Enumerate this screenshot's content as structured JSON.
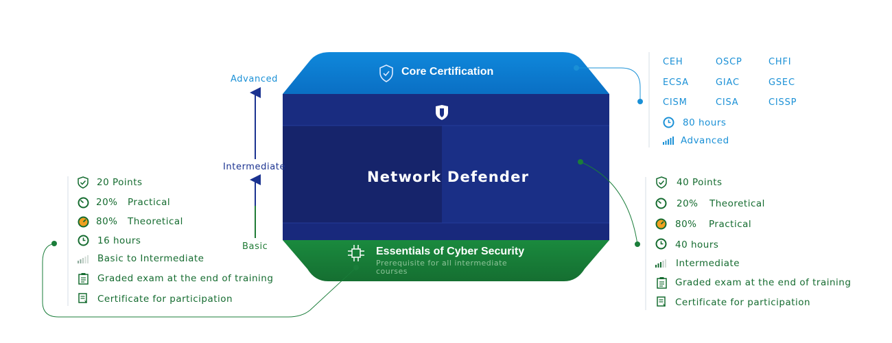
{
  "levels": {
    "advanced": "Advanced",
    "intermediate": "Intermediate",
    "basic": "Basic"
  },
  "core": {
    "title": "Core Certification",
    "certs": [
      "CEH",
      "OSCP",
      "CHFI",
      "ECSA",
      "GIAC",
      "GSEC",
      "CISM",
      "CISA",
      "CISSP"
    ],
    "hours": "80 hours",
    "level": "Advanced"
  },
  "main": {
    "title": "Network Defender"
  },
  "essentials": {
    "title": "Essentials of Cyber Security",
    "subtitle": "Prerequisite for all intermediate courses"
  },
  "left_info": {
    "points": "20 Points",
    "practical_pct": "20%",
    "practical_label": "Practical",
    "theoretical_pct": "80%",
    "theoretical_label": "Theoretical",
    "hours": "16 hours",
    "level": "Basic to Intermediate",
    "exam": "Graded exam at the end of training",
    "certificate": "Certificate for participation"
  },
  "right_info": {
    "points": "40 Points",
    "theoretical_pct": "20%",
    "theoretical_label": "Theoretical",
    "practical_pct": "80%",
    "practical_label": "Practical",
    "hours": "40 hours",
    "level": "Intermediate",
    "exam": "Graded exam at the end of training",
    "certificate": "Certificate for participation"
  },
  "colors": {
    "blue_light": "#0a7fd2",
    "navy": "#1a2f86",
    "navy_dark": "#16246b",
    "green": "#1a7d3a",
    "text_green": "#146b2f",
    "text_blue": "#1a90d6",
    "axis_blue": "#1a3290",
    "axis_green": "#1f7a35"
  },
  "icons": {
    "points": "shield-check-icon",
    "practical": "gauge-icon",
    "theoretical": "gauge-orange-icon",
    "hours": "clock-icon",
    "level": "signal-bars-icon",
    "exam": "exam-sheet-icon",
    "certificate": "certificate-icon",
    "core": "shield-badge-icon",
    "main": "shield-icon",
    "essentials": "circuit-chip-icon"
  }
}
